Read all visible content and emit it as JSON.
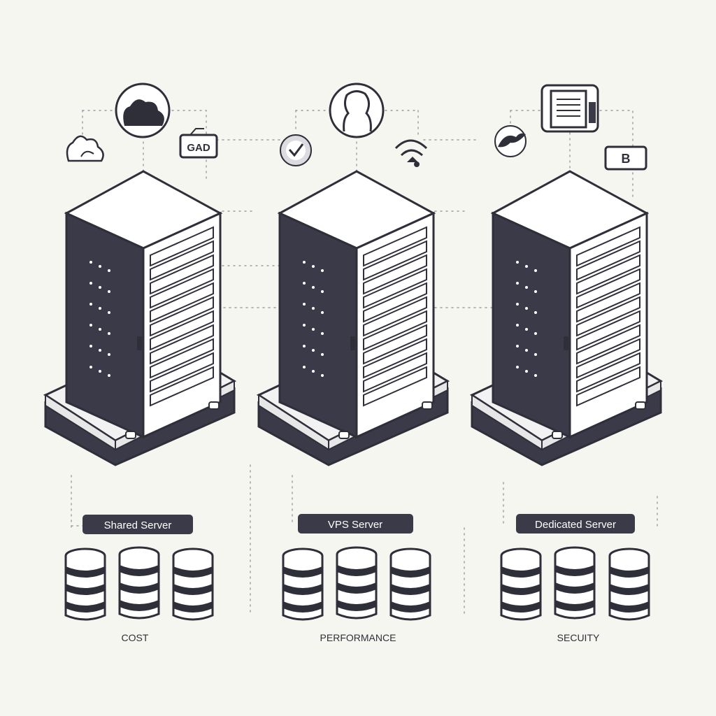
{
  "columns": [
    {
      "name": "Shared Server",
      "metric": "COST",
      "icons": [
        "cloud-icon",
        "cloud-small-icon",
        "tag-icon"
      ],
      "icon_text": "GAD"
    },
    {
      "name": "VPS Server",
      "metric": "PERFORMANCE",
      "icons": [
        "user-icon",
        "check-icon",
        "wifi-icon"
      ]
    },
    {
      "name": "Dedicated Server",
      "metric": "SECUITY",
      "icons": [
        "document-icon",
        "bird-icon",
        "badge-icon"
      ],
      "icon_text": "B"
    }
  ],
  "colors": {
    "background": "#f6f6f1",
    "ink": "#33333f",
    "panel": "#ffffff",
    "outline": "#2f2f3a"
  }
}
